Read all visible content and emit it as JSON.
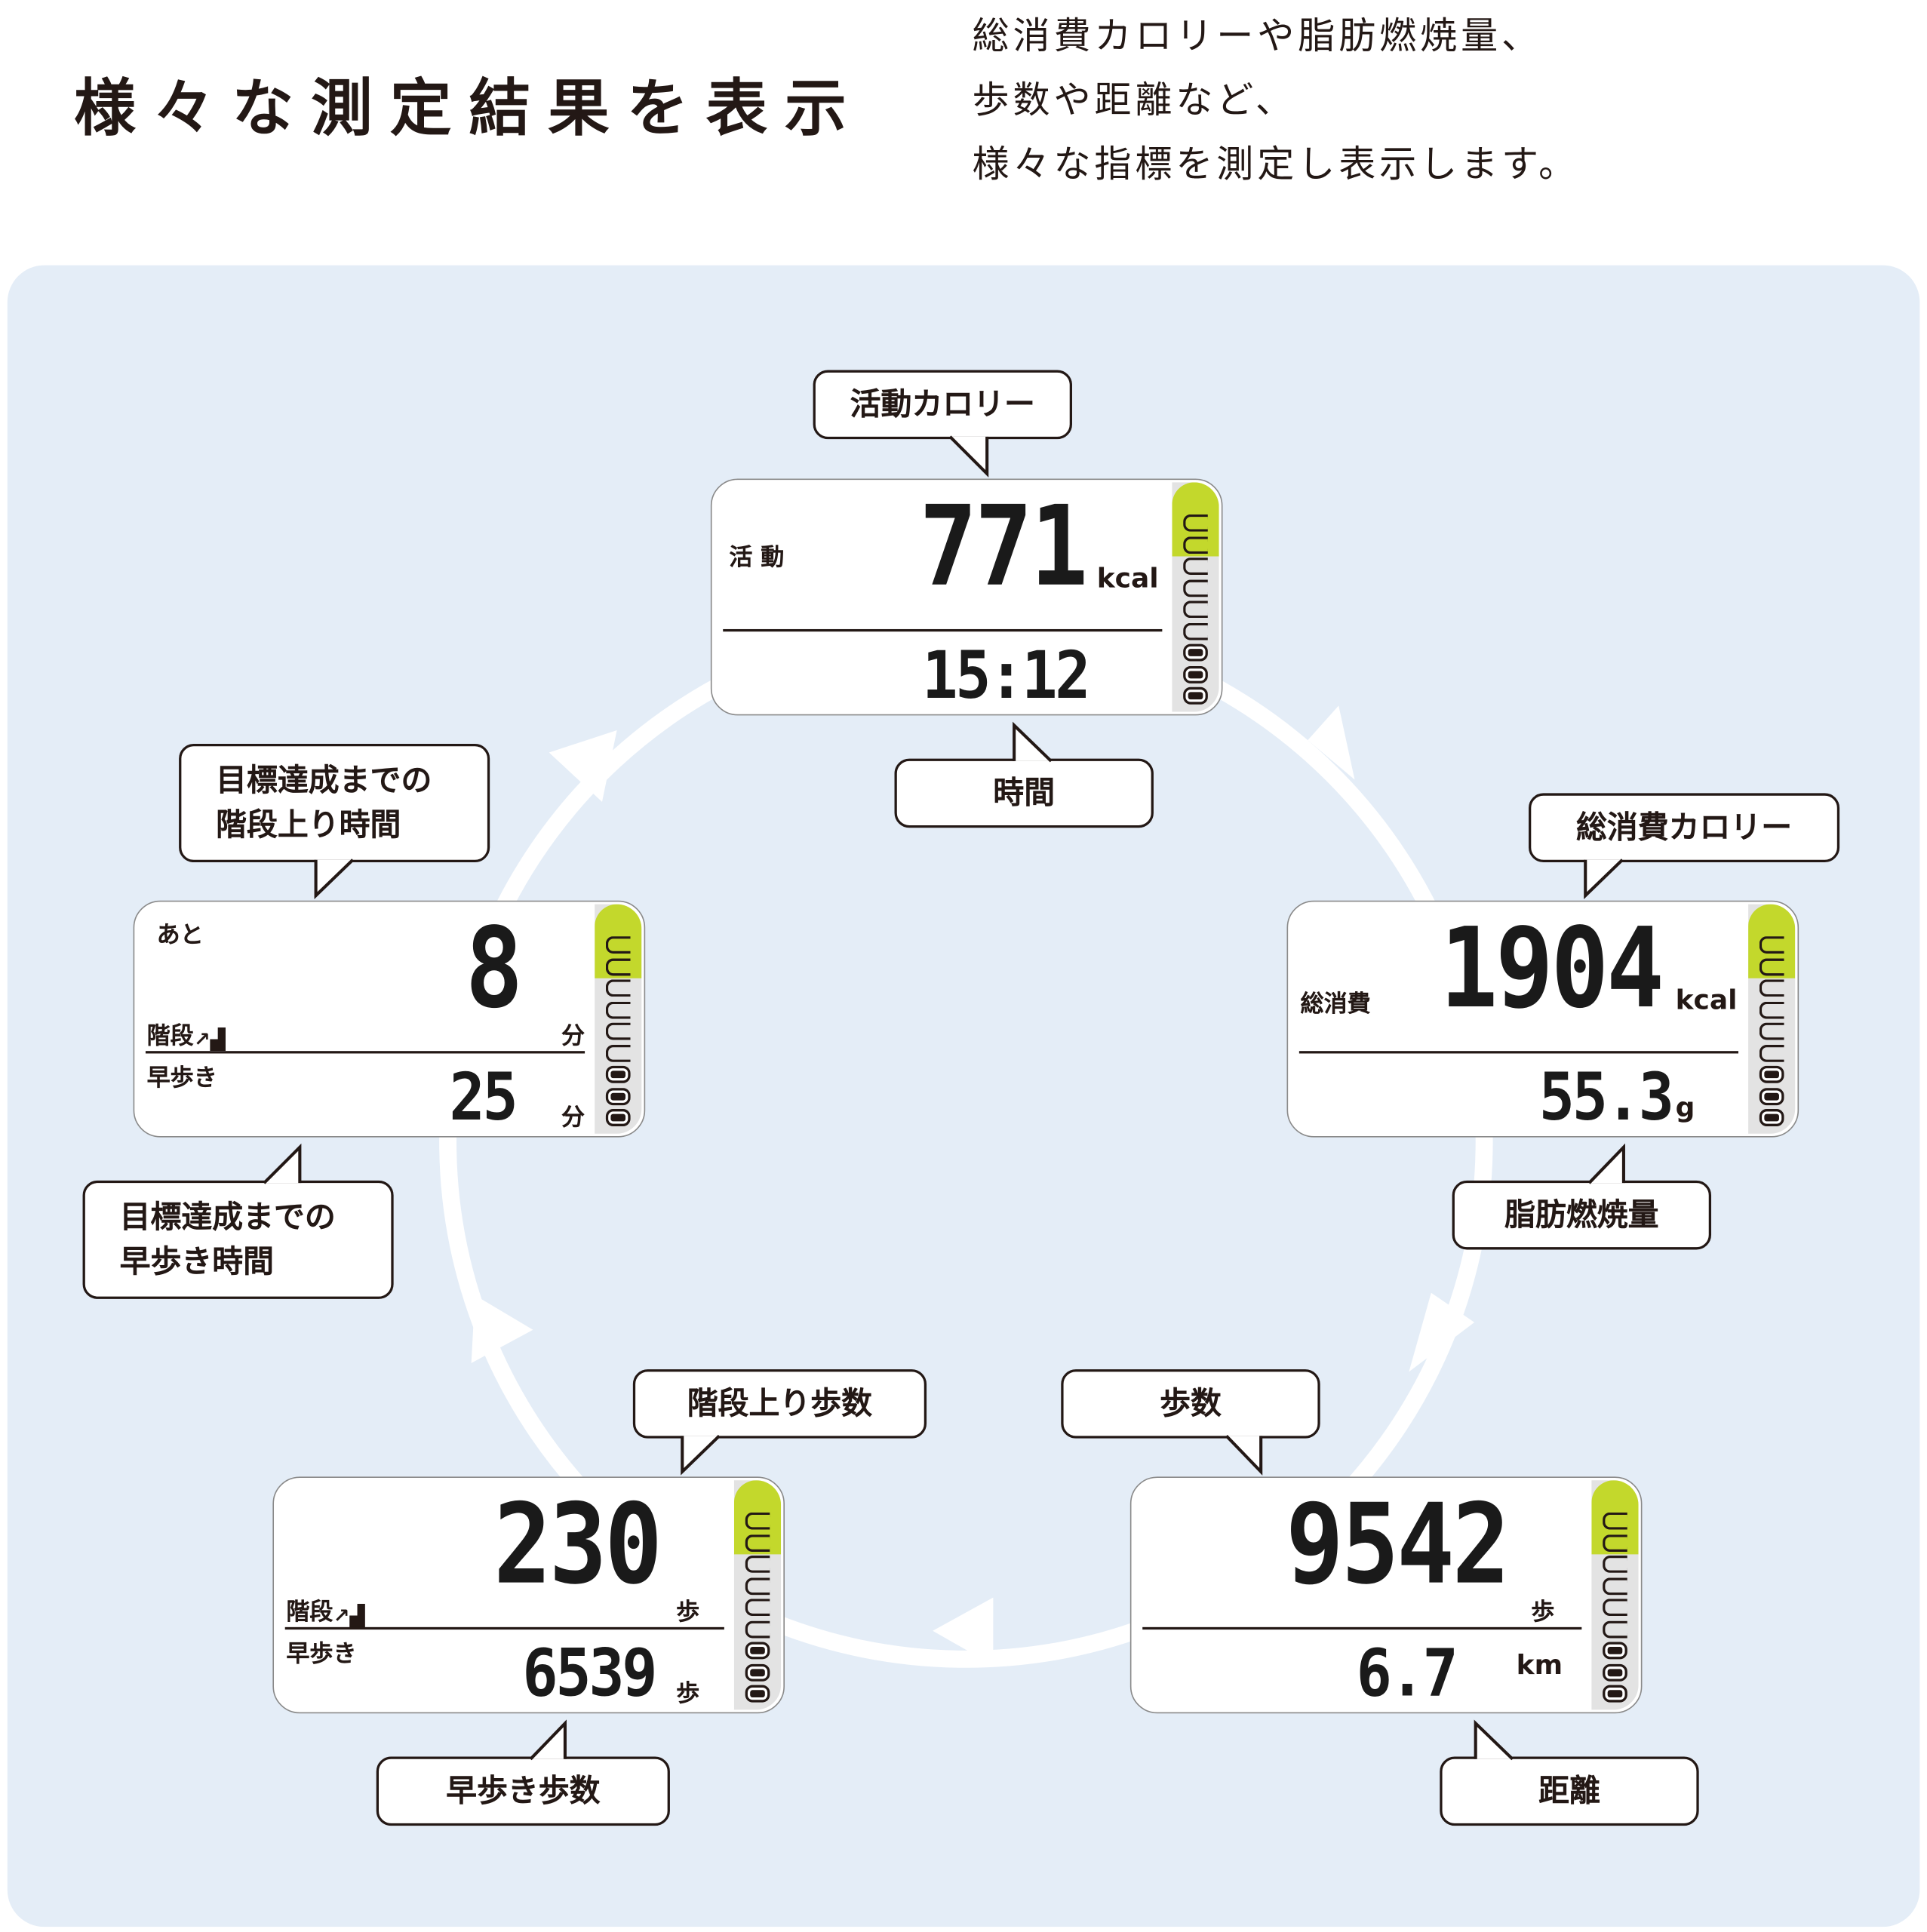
{
  "header": {
    "title": "様々な測定結果を表示",
    "description": [
      "総消費カロリーや脂肪燃焼量、",
      "歩数や距離など、",
      "様々な指標を測定し表示します。"
    ]
  },
  "colors": {
    "panel": "#e4edf7",
    "battery_green": "#c3d82c",
    "ink": "#231815"
  },
  "cards": {
    "active": {
      "top_label": "活 動",
      "main_value": "771",
      "main_unit": "kcal",
      "bottom_value": "15:12",
      "callout_top": "活動カロリー",
      "callout_bottom": "時間"
    },
    "total": {
      "top_label": "総消費",
      "main_value": "1904",
      "main_unit": "kcal",
      "bottom_value": "55.3",
      "bottom_unit": "g",
      "callout_top": "総消費カロリー",
      "callout_bottom": "脂肪燃焼量"
    },
    "remaining": {
      "top_label": "あと",
      "main_value": "8",
      "mid_label": "階段",
      "mid_unit": "分",
      "bottom_label": "早歩き",
      "bottom_value": "25",
      "bottom_unit": "分",
      "callout_top": "目標達成までの\n階段上り時間",
      "callout_bottom": "目標達成までの\n早歩き時間"
    },
    "stairs": {
      "main_value": "230",
      "mid_label": "階段",
      "mid_unit": "歩",
      "bottom_label": "早歩き",
      "bottom_value": "6539",
      "bottom_unit": "歩",
      "callout_top": "階段上り歩数",
      "callout_bottom": "早歩き歩数"
    },
    "steps": {
      "main_value": "9542",
      "mid_unit": "歩",
      "bottom_value": "6.7",
      "bottom_unit": "km",
      "callout_top": "歩数",
      "callout_bottom": "距離"
    }
  },
  "icons": {
    "stairs": "stairs-up-icon",
    "battery": "battery-level-icon",
    "arrow": "cycle-arrow-icon"
  }
}
